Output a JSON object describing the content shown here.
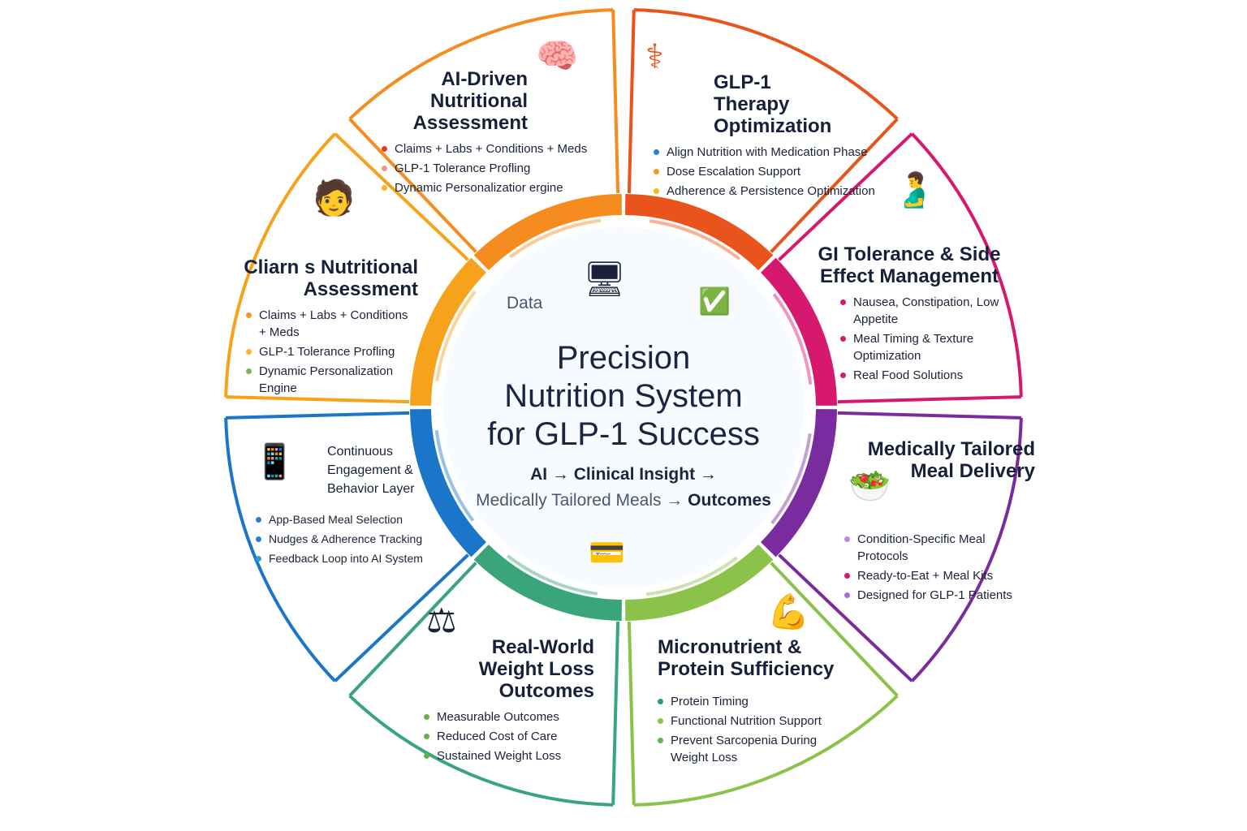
{
  "center": {
    "title_lines": [
      "Precision",
      "Nutrition System",
      "for GLP-1 Success"
    ],
    "flow_1": "AI → Clinical Insight →",
    "flow_2a": "Medically Tailored Meals →",
    "flow_2b": "Outcomes",
    "data_label": "Data"
  },
  "sections": [
    {
      "id": "ai",
      "title": "AI-Driven Nutritional Assessment",
      "color": "#f68b1f",
      "bullets": [
        {
          "text": "Claims + Labs + Conditions + Meds",
          "color": "#e53922"
        },
        {
          "text": "GLP-1 Tolerance Profling",
          "color": "#e89a80"
        },
        {
          "text": "Dynamic Personalizatior ergine",
          "color": "#f5b820"
        }
      ]
    },
    {
      "id": "glp1",
      "title": "GLP-1 Therapy Optimization",
      "color": "#e8541c",
      "bullets": [
        {
          "text": "Align Nutrition with Medication Phase",
          "color": "#2a7fd4"
        },
        {
          "text": "Dose Escalation Support",
          "color": "#f39a1e"
        },
        {
          "text": "Adherence & Persistence Optimization",
          "color": "#f5b820"
        }
      ]
    },
    {
      "id": "gi",
      "title": "GI Tolerance & Side Effect Management",
      "color": "#d6196e",
      "bullets": [
        {
          "text": "Nausea, Constipation, Low Appetite",
          "color": "#d6196e"
        },
        {
          "text": "Meal Timing & Texture Optimization",
          "color": "#d6196e"
        },
        {
          "text": "Real Food Solutions",
          "color": "#d6196e"
        }
      ]
    },
    {
      "id": "meal",
      "title": "Medically Tailored Meal Delivery",
      "color": "#7a2c9e",
      "bullets": [
        {
          "text": "Condition-Specific Meal Protocols",
          "color": "#b58be0"
        },
        {
          "text": "Ready-to-Eat + Meal Kits",
          "color": "#d6196e"
        },
        {
          "text": "Designed for GLP-1 Patients",
          "color": "#a66fe0"
        }
      ]
    },
    {
      "id": "micro",
      "title": "Micronutrient & Protein Sufficiency",
      "color": "#8bc34a",
      "bullets": [
        {
          "text": "Protein Timing",
          "color": "#1f9e7a"
        },
        {
          "text": "Functional Nutrition Support",
          "color": "#8bc34a"
        },
        {
          "text": "Prevent Sarcopenia During Weight Loss",
          "color": "#6ab04c"
        }
      ]
    },
    {
      "id": "weight",
      "title": "Real-World Weight Loss Outcomes",
      "color": "#3aa57a",
      "bullets": [
        {
          "text": "Measurable Outcomes",
          "color": "#6ab04c"
        },
        {
          "text": "Reduced Cost of Care",
          "color": "#6ab04c"
        },
        {
          "text": "Sustained Weight Loss",
          "color": "#6ab04c"
        }
      ]
    },
    {
      "id": "engage",
      "title": "Continuous Engagement & Behavior Layer",
      "color": "#1b75c9",
      "bullets": [
        {
          "text": "App-Based Meal Selection",
          "color": "#2a7fd4"
        },
        {
          "text": "Nudges & Adherence Tracking",
          "color": "#2a7fd4"
        },
        {
          "text": "Feedback Loop into AI System",
          "color": "#2a9fd4"
        }
      ]
    },
    {
      "id": "clinical",
      "title": "Cliarn s Nutritional Assessment",
      "color": "#f7a21b",
      "bullets": [
        {
          "text": "Claims + Labs + Conditions + Meds",
          "color": "#f39a1e"
        },
        {
          "text": "GLP-1 Tolerance Profling",
          "color": "#f5b820"
        },
        {
          "text": "Dynamic Personalization Engine",
          "color": "#7cb35a"
        }
      ]
    }
  ]
}
